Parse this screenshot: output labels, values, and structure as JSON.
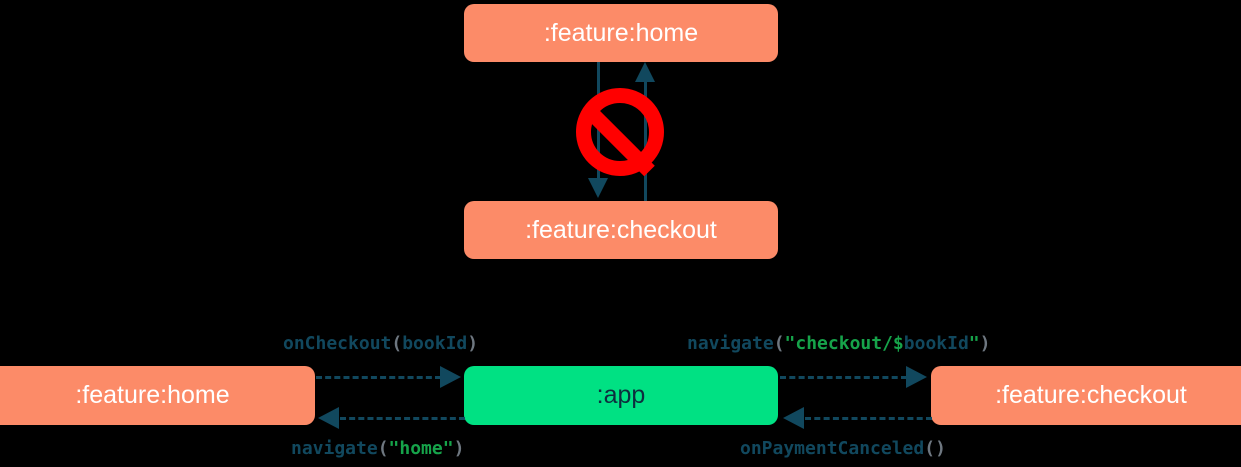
{
  "diagram": {
    "background": "#000000",
    "colors": {
      "module_feature": "#FC8B68",
      "module_app": "#00E183",
      "arrow": "#11485E",
      "forbidden": "#FF0000",
      "string_literal": "#16A34A",
      "punctuation": "#6E7780",
      "node_label_light": "#ffffff",
      "node_label_dark": "#0E2E3E"
    },
    "top_section": {
      "name": "direct-dependency-forbidden",
      "nodes": [
        {
          "id": "home-top",
          "label": ":feature:home",
          "style": "orange"
        },
        {
          "id": "checkout-top",
          "label": ":feature:checkout",
          "style": "orange"
        }
      ],
      "badge": {
        "icon": "forbidden-icon",
        "meaning": "not-allowed"
      },
      "edges": [
        {
          "from": "home-top",
          "to": "checkout-top",
          "direction": "down",
          "style": "solid"
        },
        {
          "from": "checkout-top",
          "to": "home-top",
          "direction": "up",
          "style": "solid"
        }
      ]
    },
    "bottom_section": {
      "name": "app-mediated-navigation",
      "nodes": [
        {
          "id": "home-bot",
          "label": ":feature:home",
          "style": "orange"
        },
        {
          "id": "app",
          "label": ":app",
          "style": "green"
        },
        {
          "id": "checkout-bot",
          "label": ":feature:checkout",
          "style": "green-center"
        }
      ],
      "edges": [
        {
          "id": "home-to-app",
          "from": "home-bot",
          "to": "app",
          "direction": "right",
          "style": "dashed",
          "label_position": "above",
          "label_tokens": [
            {
              "text": "onCheckout",
              "kind": "fn"
            },
            {
              "text": "(",
              "kind": "punct"
            },
            {
              "text": "bookId",
              "kind": "var"
            },
            {
              "text": ")",
              "kind": "punct"
            }
          ]
        },
        {
          "id": "app-to-checkout",
          "from": "app",
          "to": "checkout-bot",
          "direction": "right",
          "style": "dashed",
          "label_position": "above",
          "label_tokens": [
            {
              "text": "navigate",
              "kind": "fn"
            },
            {
              "text": "(",
              "kind": "punct"
            },
            {
              "text": "\"checkout/$",
              "kind": "str"
            },
            {
              "text": "bookId",
              "kind": "var"
            },
            {
              "text": "\"",
              "kind": "str"
            },
            {
              "text": ")",
              "kind": "punct"
            }
          ]
        },
        {
          "id": "app-to-home",
          "from": "app",
          "to": "home-bot",
          "direction": "left",
          "style": "dashed",
          "label_position": "below",
          "label_tokens": [
            {
              "text": "navigate",
              "kind": "fn"
            },
            {
              "text": "(",
              "kind": "punct"
            },
            {
              "text": "\"home\"",
              "kind": "str"
            },
            {
              "text": ")",
              "kind": "punct"
            }
          ]
        },
        {
          "id": "checkout-to-app",
          "from": "checkout-bot",
          "to": "app",
          "direction": "left",
          "style": "dashed",
          "label_position": "below",
          "label_tokens": [
            {
              "text": "onPaymentCanceled",
              "kind": "fn"
            },
            {
              "text": "()",
              "kind": "punct"
            }
          ]
        }
      ]
    }
  },
  "labels": {
    "home_top": ":feature:home",
    "checkout_top": ":feature:checkout",
    "home_bottom": ":feature:home",
    "app": ":app",
    "checkout_bottom": ":feature:checkout",
    "edge_on_checkout_fn": "onCheckout",
    "edge_on_checkout_open": "(",
    "edge_on_checkout_var": "bookId",
    "edge_on_checkout_close": ")",
    "edge_navigate_checkout_fn": "navigate",
    "edge_navigate_checkout_open": "(",
    "edge_navigate_checkout_str1": "\"checkout/$",
    "edge_navigate_checkout_var": "bookId",
    "edge_navigate_checkout_str2": "\"",
    "edge_navigate_checkout_close": ")",
    "edge_navigate_home_fn": "navigate",
    "edge_navigate_home_open": "(",
    "edge_navigate_home_str": "\"home\"",
    "edge_navigate_home_close": ")",
    "edge_on_payment_canceled_fn": "onPaymentCanceled",
    "edge_on_payment_canceled_parens": "()"
  }
}
